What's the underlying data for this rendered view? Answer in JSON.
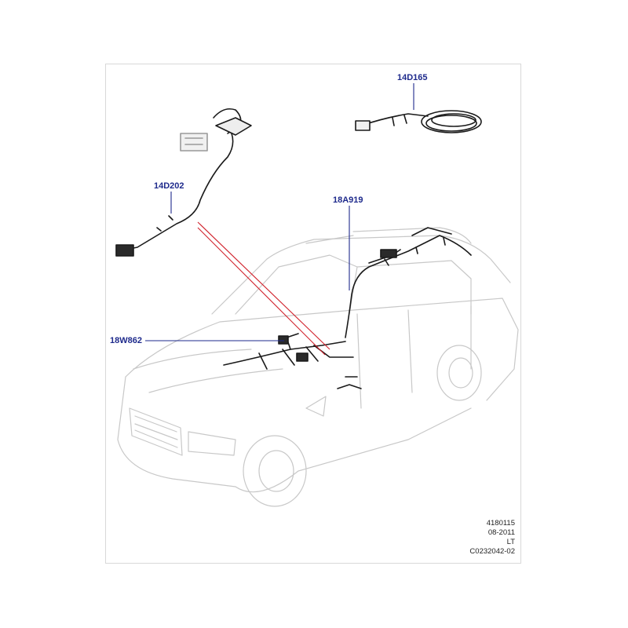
{
  "callouts": {
    "harness_sensor_left": "14D202",
    "harness_sensor_top": "14D165",
    "harness_roof": "18A919",
    "harness_dash": "18W862"
  },
  "footer": {
    "drawing_number": "4180115",
    "date": "08-2011",
    "region": "LT",
    "reference": "C0232042-02"
  },
  "colors": {
    "callout_text": "#1e2a8c",
    "leader_line": "#1e2a8c",
    "highlight_line": "#d0202a",
    "vehicle_outline": "#c8c8c8",
    "harness": "#1a1a1a"
  }
}
